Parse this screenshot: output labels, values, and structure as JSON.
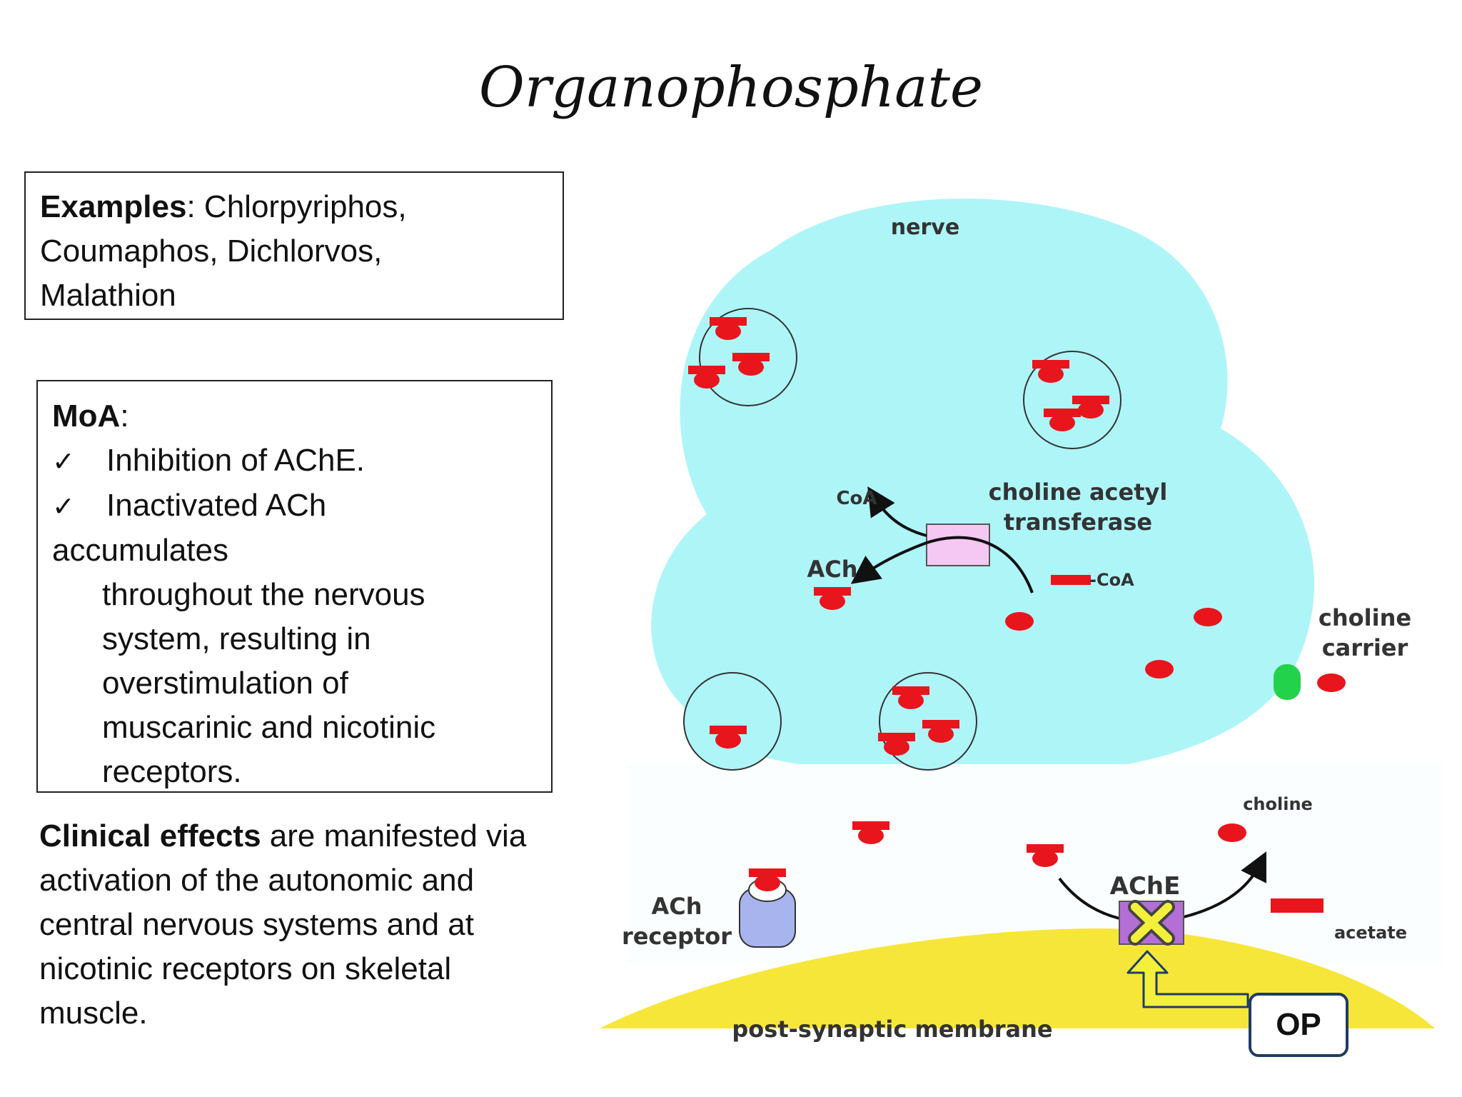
{
  "title": "Organophosphate",
  "examples": {
    "label": "Examples",
    "colon": ":",
    "text_line1": " Chlorpyriphos,",
    "text_line2": "Coumaphos, Dichlorvos,",
    "text_line3": "Malathion"
  },
  "moa": {
    "label": "MoA",
    "colon": ":",
    "check_glyph": "✓",
    "item1": "Inhibition of AChE.",
    "item2_line1": "Inactivated ACh",
    "item2_line2": "accumulates",
    "item2_line3": "throughout the nervous",
    "item2_line4": "system, resulting in",
    "item2_line5": "overstimulation of",
    "item2_line6": "muscarinic and nicotinic",
    "item2_line7": "receptors."
  },
  "clinical": {
    "bold": "Clinical effects",
    "line1_rest": " are manifested via",
    "line2": "activation of the autonomic and",
    "line3": "central nervous systems and at",
    "line4": "nicotinic receptors on skeletal",
    "line5": "muscle."
  },
  "diagram": {
    "nerve": "nerve",
    "coa": "CoA",
    "ach": "ACh",
    "enzyme_line1": "choline acetyl",
    "enzyme_line2": "transferase",
    "acetyl_coa": "-CoA",
    "carrier_line1": "choline",
    "carrier_line2": "carrier",
    "choline": "choline",
    "ache": "AChE",
    "acetate": "acetate",
    "receptor_line1": "ACh",
    "receptor_line2": "receptor",
    "membrane": "post-synaptic membrane",
    "op": "OP",
    "colors": {
      "nerve_fill": "#aef5f8",
      "membrane_fill": "#f7e63a",
      "ach_red": "#e8151c",
      "enzyme_pink": "#f4c8f2",
      "ache_purple": "#b46fd6",
      "receptor_blue": "#a8b4ee",
      "carrier_green": "#22d24a",
      "op_arrow_yellow": "#f3f03c",
      "op_border": "#1f3b66"
    }
  }
}
